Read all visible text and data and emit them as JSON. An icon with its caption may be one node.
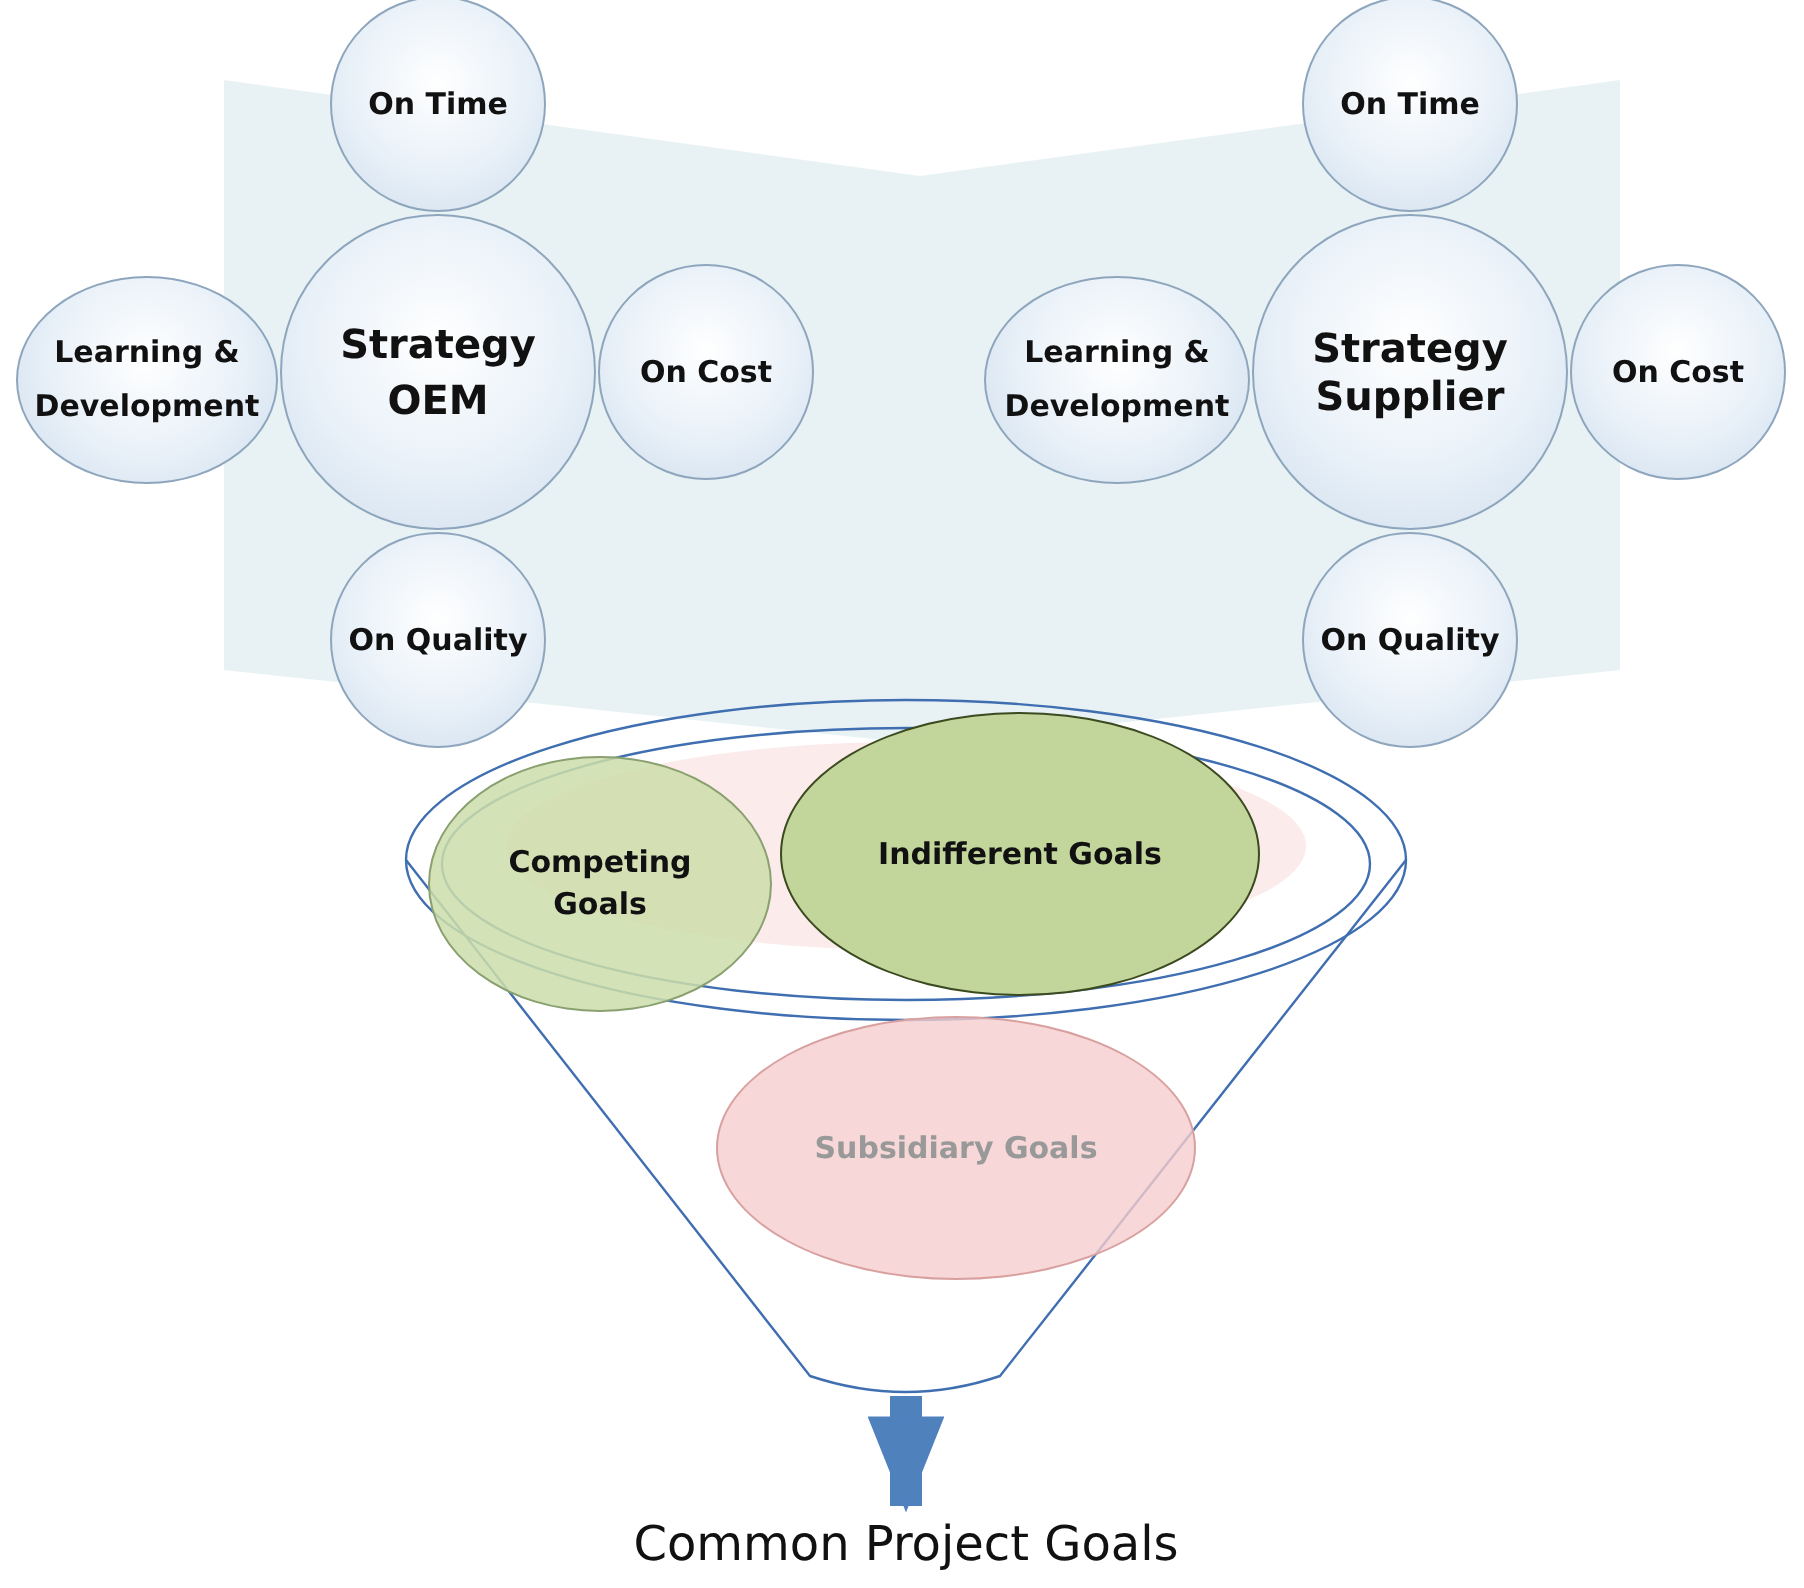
{
  "diagram": {
    "nodes": [
      {
        "text": [
          "Strategy OEM"
        ]
      },
      {
        "text": [
          "On Time"
        ]
      },
      {
        "text": [
          "Learning & Development"
        ]
      },
      {
        "text": [
          "On Cost"
        ]
      },
      {
        "text": [
          "On Quality"
        ]
      },
      {
        "text": [
          "Strategy Supplier"
        ]
      },
      {
        "text": [
          "On Time"
        ]
      },
      {
        "text": [
          "Learning & Development"
        ]
      },
      {
        "text": [
          "On Cost"
        ]
      },
      {
        "text": [
          "On Quality"
        ]
      },
      {
        "text": [],
        "shape": "funnel"
      },
      {
        "text": [
          "Competing Goals"
        ],
        "in": 10
      },
      {
        "text": [
          "Indifferent Goals"
        ],
        "in": 10
      },
      {
        "text": [
          "Subsidiary Goals"
        ],
        "in": 10
      },
      {
        "text": [
          "Common Project Goals"
        ]
      }
    ],
    "edges": [
      {
        "from": 10,
        "to": 14,
        "arrow": "to"
      }
    ]
  }
}
